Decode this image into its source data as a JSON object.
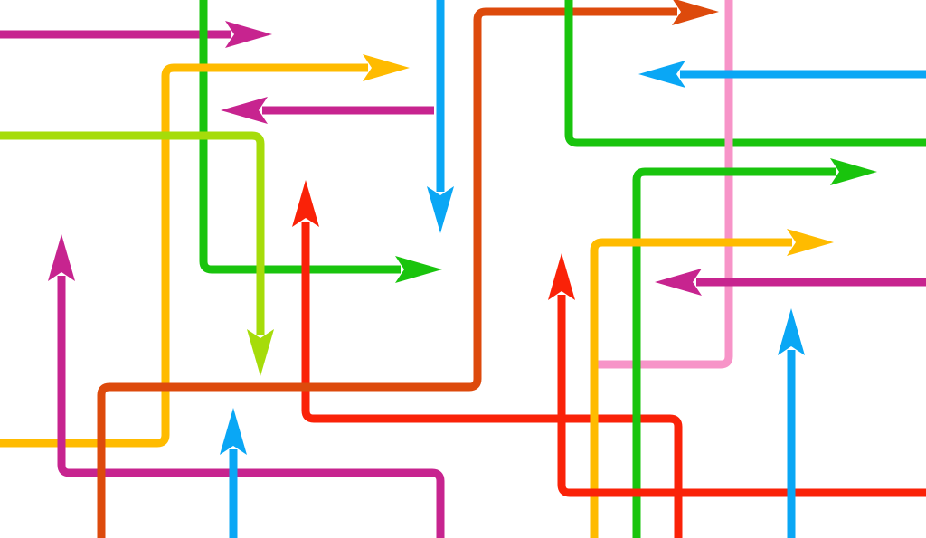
{
  "background": "#ffffff",
  "colors": {
    "magenta": "#c7248f",
    "green": "#19c40d",
    "blue": "#0aa7f5",
    "orange_red": "#dd4a0c",
    "pink": "#f794c8",
    "yellow": "#ffbb00",
    "lime": "#a6dc0a",
    "red": "#fa2208"
  },
  "arrows": [
    {
      "name": "magenta-arrow-top-left",
      "color": "magenta"
    },
    {
      "name": "green-arrow-left",
      "color": "green"
    },
    {
      "name": "yellow-arrow-left",
      "color": "yellow"
    },
    {
      "name": "magenta-arrow-up-left",
      "color": "magenta"
    },
    {
      "name": "magenta-arrow-from-blue",
      "color": "magenta"
    },
    {
      "name": "blue-arrow-down",
      "color": "blue"
    },
    {
      "name": "lime-arrow-down",
      "color": "lime"
    },
    {
      "name": "red-arrow-up-center",
      "color": "red"
    },
    {
      "name": "orange-arrow-long",
      "color": "orange_red"
    },
    {
      "name": "blue-arrow-up-bottom",
      "color": "blue"
    },
    {
      "name": "green-arrow-top-right",
      "color": "green"
    },
    {
      "name": "pink-line",
      "color": "pink"
    },
    {
      "name": "blue-arrow-left-right",
      "color": "blue"
    },
    {
      "name": "green-arrow-right",
      "color": "green"
    },
    {
      "name": "yellow-arrow-right",
      "color": "yellow"
    },
    {
      "name": "magenta-arrow-left-right",
      "color": "magenta"
    },
    {
      "name": "red-arrow-up-right",
      "color": "red"
    },
    {
      "name": "blue-arrow-up-right",
      "color": "blue"
    }
  ]
}
